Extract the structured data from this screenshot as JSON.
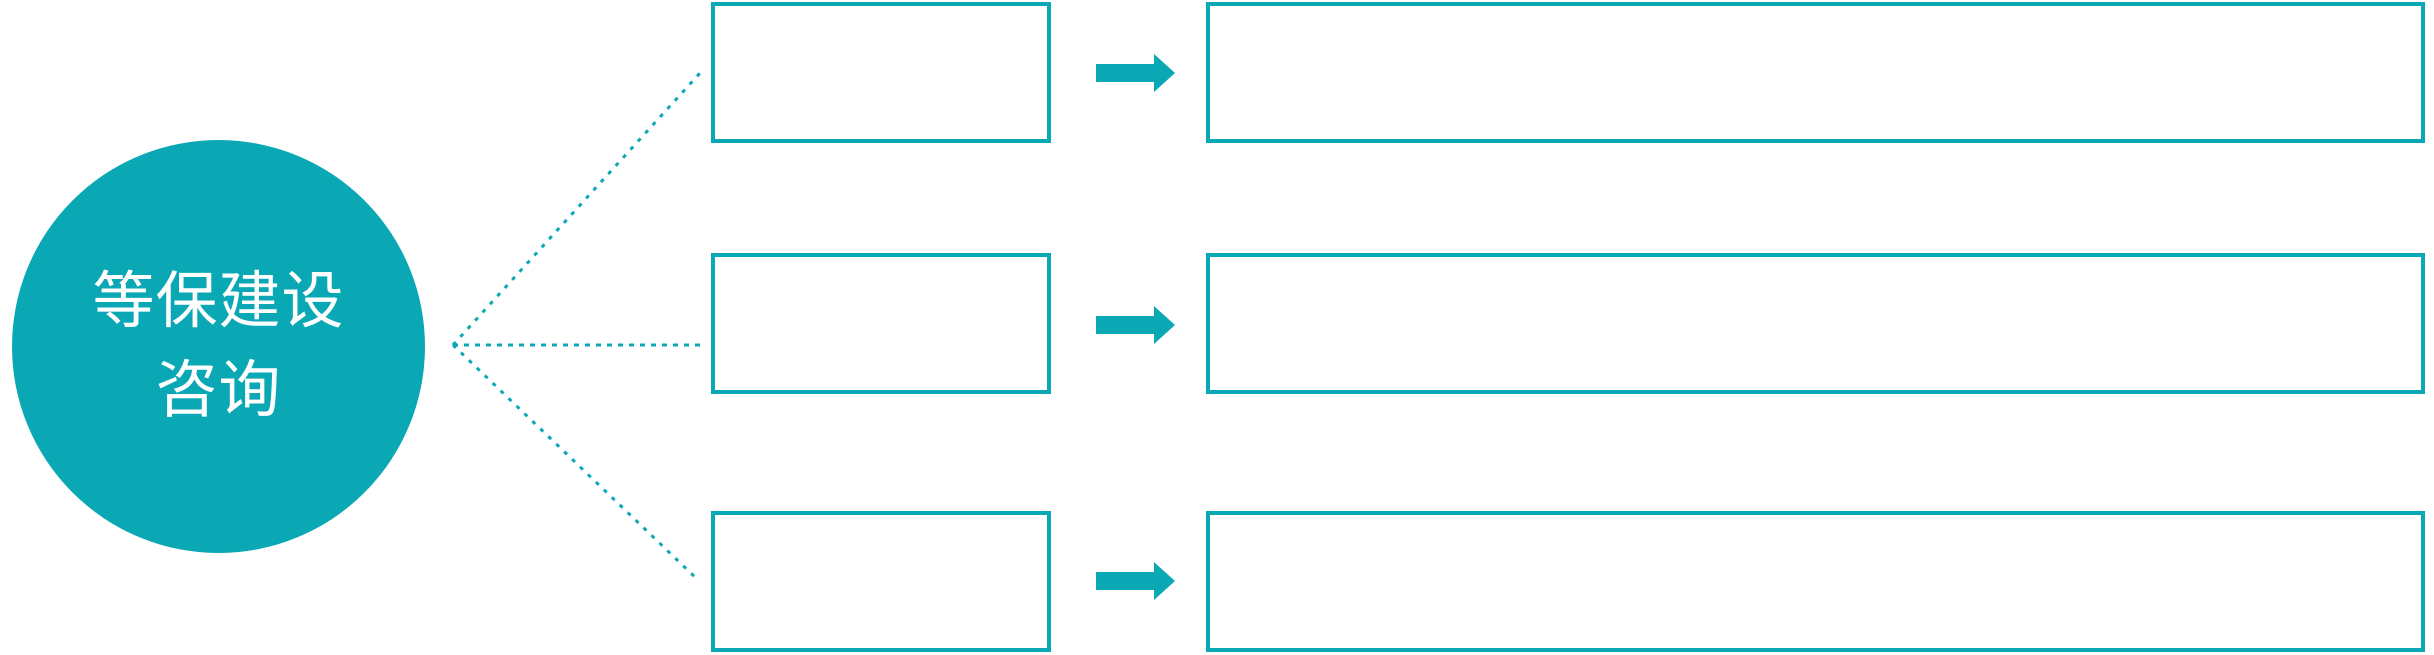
{
  "diagram": {
    "background_color": "#ffffff",
    "accent_color": "#0aa8b4",
    "text_color": "#ffffff",
    "root_node": {
      "label_line1": "等保建设",
      "label_line2": "咨询"
    },
    "connector_style": "dashed",
    "rows": [
      {
        "small_box_label": "",
        "arrow_icon": "right-arrow-icon",
        "big_box_label": ""
      },
      {
        "small_box_label": "",
        "arrow_icon": "right-arrow-icon",
        "big_box_label": ""
      },
      {
        "small_box_label": "",
        "arrow_icon": "right-arrow-icon",
        "big_box_label": ""
      }
    ]
  }
}
